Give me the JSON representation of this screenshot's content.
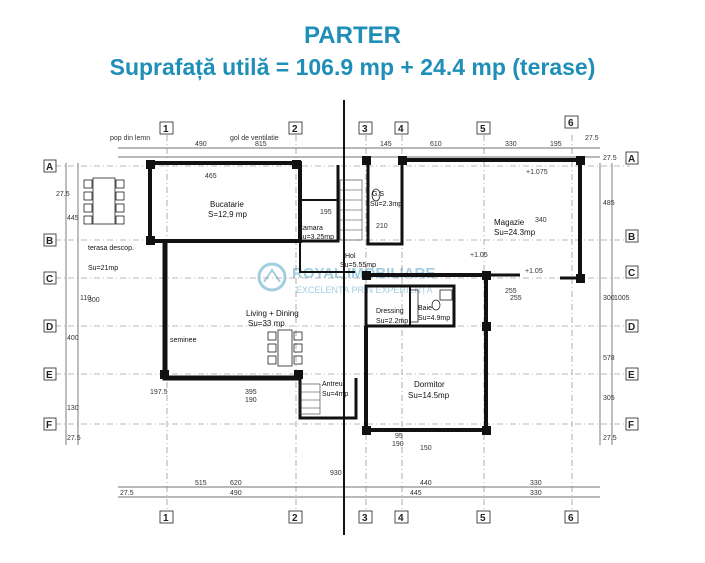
{
  "header": {
    "title": "PARTER",
    "subtitle": "Suprafață utilă = 106.9 mp + 24.4 mp (terase)"
  },
  "axes": {
    "columns": [
      "1",
      "2",
      "3",
      "4",
      "5",
      "6"
    ],
    "rows": [
      "A",
      "B",
      "C",
      "D",
      "E",
      "F"
    ]
  },
  "rooms": {
    "bucatarie": {
      "name": "Bucatarie",
      "area": "S=12,9 mp"
    },
    "camara": {
      "name": "Camara",
      "area": "Su=3.25mp"
    },
    "hol": {
      "name": "Hol",
      "area": "Su=5.55mp"
    },
    "gs": {
      "name": "G.S",
      "area": "Su=2.3mp"
    },
    "magazie": {
      "name": "Magazie",
      "area": "Su=24.3mp"
    },
    "terasa": {
      "name": "terasa descop.",
      "area": "Su=21mp"
    },
    "living": {
      "name": "Living + Dining",
      "area": "Su=33 mp"
    },
    "dressing": {
      "name": "Dressing",
      "area": "Su=2.2mp"
    },
    "baie": {
      "name": "Baie",
      "area": "Su=4.9mp"
    },
    "antreu": {
      "name": "Antreu",
      "area": "Su=4mp"
    },
    "dormitor": {
      "name": "Dormitor",
      "area": "Su=14.5mp"
    },
    "seminee": {
      "name": "seminee"
    }
  },
  "notes": {
    "pop_lemn": "pop din lemn",
    "gol_ventilatie": "gol de ventilatie",
    "level_1075": "+1.075",
    "level_105": "+1.05",
    "level_105b": "+1.05"
  },
  "watermark": {
    "brand": "ROYAL IMOBILIARE",
    "tagline": "EXCELENȚA PRIN EXPERIENȚĂ"
  },
  "dimensions": {
    "top": [
      "490",
      "815",
      "145",
      "610",
      "27.5",
      "465",
      "195",
      "330"
    ],
    "bottom": [
      "515",
      "620",
      "440",
      "330",
      "27.5",
      "490",
      "930",
      "445",
      "330"
    ],
    "left": [
      "27.5",
      "445",
      "110",
      "300",
      "400",
      "197.5",
      "130",
      "27.5"
    ],
    "right": [
      "27.5",
      "485",
      "300",
      "1005",
      "578",
      "305",
      "27.5"
    ],
    "misc": [
      "395",
      "190",
      "255",
      "150",
      "255",
      "95",
      "190",
      "210",
      "195",
      "340"
    ]
  }
}
